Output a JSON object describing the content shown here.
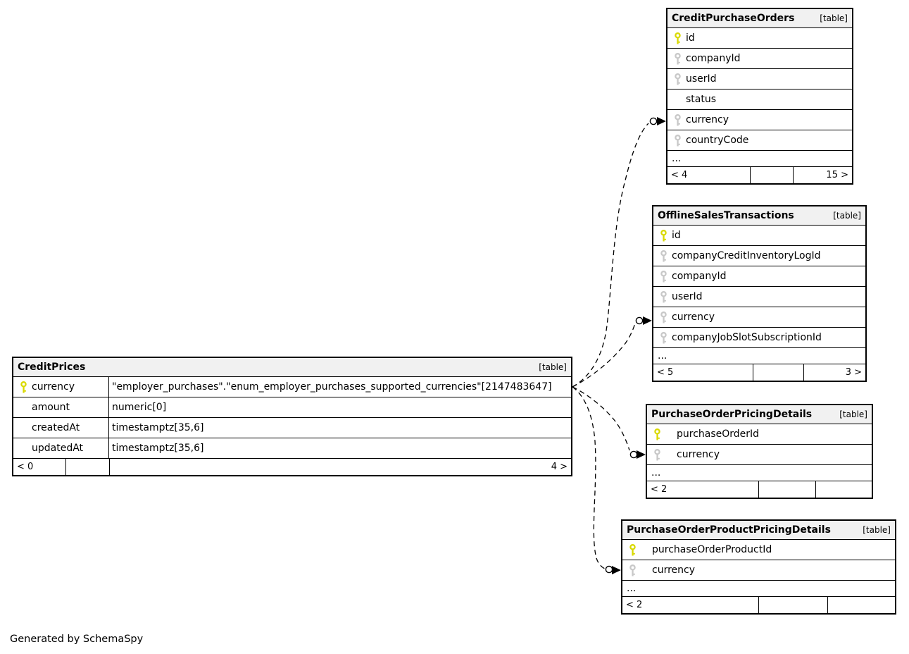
{
  "diagram": {
    "generator_note": "Generated by SchemaSpy"
  },
  "colors": {
    "background": "#ffffff",
    "table_header_bg": "#f1f1f1",
    "table_border": "#000000",
    "primary_key_icon": "#d9d900",
    "foreign_key_icon": "#c8c8c8",
    "relationship_line": "#000000"
  },
  "tables": [
    {
      "title": "CreditPurchaseOrders",
      "badge": "[table]",
      "columns": [
        {
          "name": "id",
          "key": "primary"
        },
        {
          "name": "companyId",
          "key": "foreign"
        },
        {
          "name": "userId",
          "key": "foreign"
        },
        {
          "name": "status",
          "key": "none"
        },
        {
          "name": "currency",
          "key": "foreign"
        },
        {
          "name": "countryCode",
          "key": "foreign"
        }
      ],
      "ellipsis": "...",
      "footer": {
        "left": "< 4",
        "middle": "",
        "right": "15 >"
      }
    },
    {
      "title": "OfflineSalesTransactions",
      "badge": "[table]",
      "columns": [
        {
          "name": "id",
          "key": "primary"
        },
        {
          "name": "companyCreditInventoryLogId",
          "key": "foreign"
        },
        {
          "name": "companyId",
          "key": "foreign"
        },
        {
          "name": "userId",
          "key": "foreign"
        },
        {
          "name": "currency",
          "key": "foreign"
        },
        {
          "name": "companyJobSlotSubscriptionId",
          "key": "foreign"
        }
      ],
      "ellipsis": "...",
      "footer": {
        "left": "< 5",
        "middle": "",
        "right": "3 >"
      }
    },
    {
      "title": "PurchaseOrderPricingDetails",
      "badge": "[table]",
      "columns": [
        {
          "name": "purchaseOrderId",
          "key": "primary"
        },
        {
          "name": "currency",
          "key": "foreign"
        }
      ],
      "ellipsis": "...",
      "footer": {
        "left": "< 2",
        "middle": "",
        "right": ""
      }
    },
    {
      "title": "PurchaseOrderProductPricingDetails",
      "badge": "[table]",
      "columns": [
        {
          "name": "purchaseOrderProductId",
          "key": "primary"
        },
        {
          "name": "currency",
          "key": "foreign"
        }
      ],
      "ellipsis": "...",
      "footer": {
        "left": "< 2",
        "middle": "",
        "right": ""
      }
    },
    {
      "title": "CreditPrices",
      "badge": "[table]",
      "columns": [
        {
          "name": "currency",
          "key": "primary",
          "type": "\"employer_purchases\".\"enum_employer_purchases_supported_currencies\"[2147483647]"
        },
        {
          "name": "amount",
          "key": "none",
          "type": "numeric[0]"
        },
        {
          "name": "createdAt",
          "key": "none",
          "type": "timestamptz[35,6]"
        },
        {
          "name": "updatedAt",
          "key": "none",
          "type": "timestamptz[35,6]"
        }
      ],
      "footer": {
        "left": "< 0",
        "middle": "",
        "right": "4 >"
      }
    }
  ],
  "relationships": [
    {
      "from": "CreditPrices.currency",
      "to": "CreditPurchaseOrders.currency"
    },
    {
      "from": "CreditPrices.currency",
      "to": "OfflineSalesTransactions.currency"
    },
    {
      "from": "CreditPrices.currency",
      "to": "PurchaseOrderPricingDetails.currency"
    },
    {
      "from": "CreditPrices.currency",
      "to": "PurchaseOrderProductPricingDetails.currency"
    }
  ]
}
